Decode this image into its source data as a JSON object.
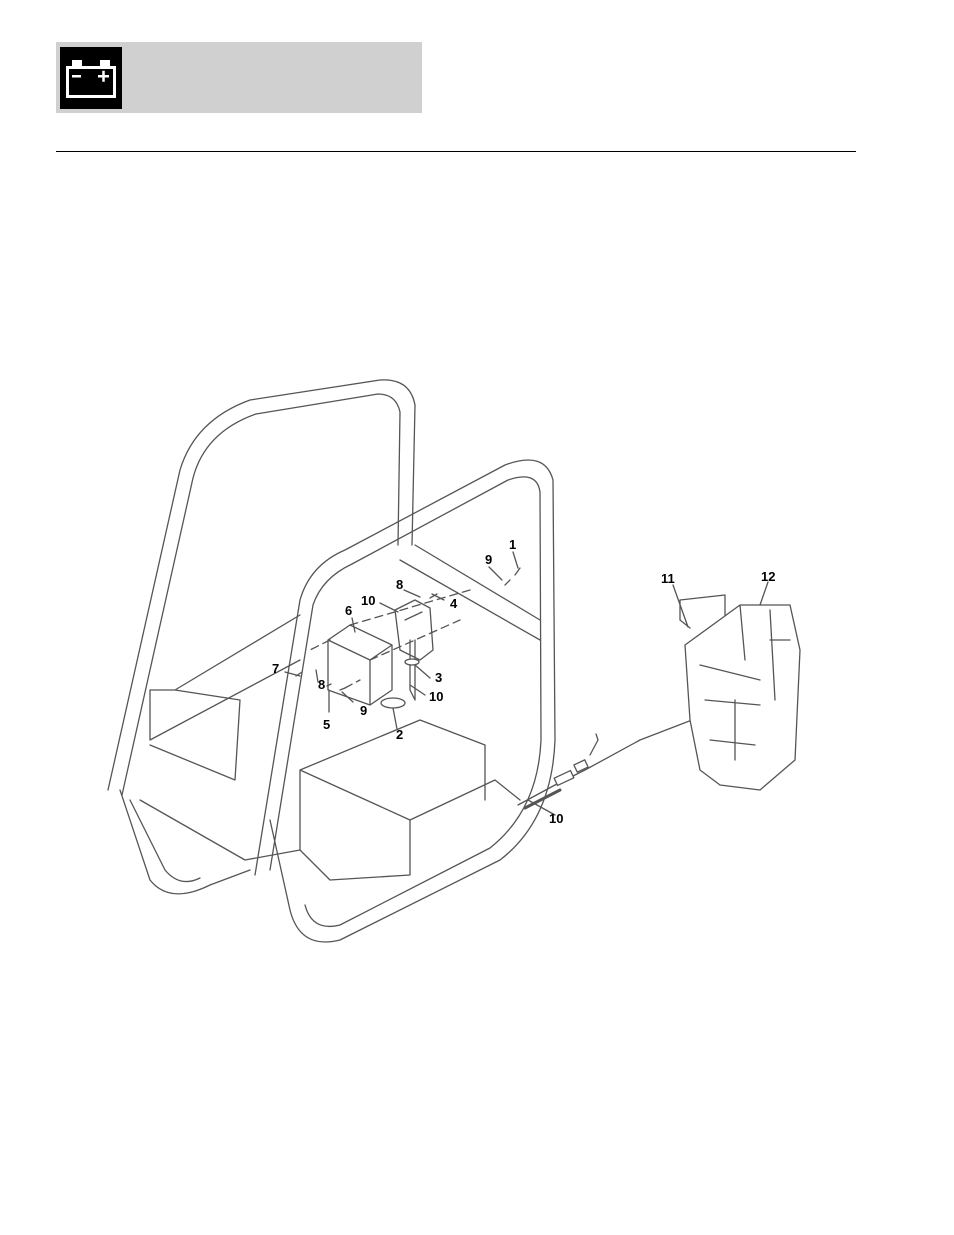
{
  "header": {
    "icon": "battery-icon"
  },
  "callouts": {
    "c1": "1",
    "c2": "2",
    "c3": "3",
    "c4": "4",
    "c5": "5",
    "c6": "6",
    "c7": "7",
    "c8a": "8",
    "c8b": "8",
    "c9a": "9",
    "c9b": "9",
    "c10a": "10",
    "c10b": "10",
    "c10c": "10",
    "c11": "11",
    "c12": "12"
  }
}
